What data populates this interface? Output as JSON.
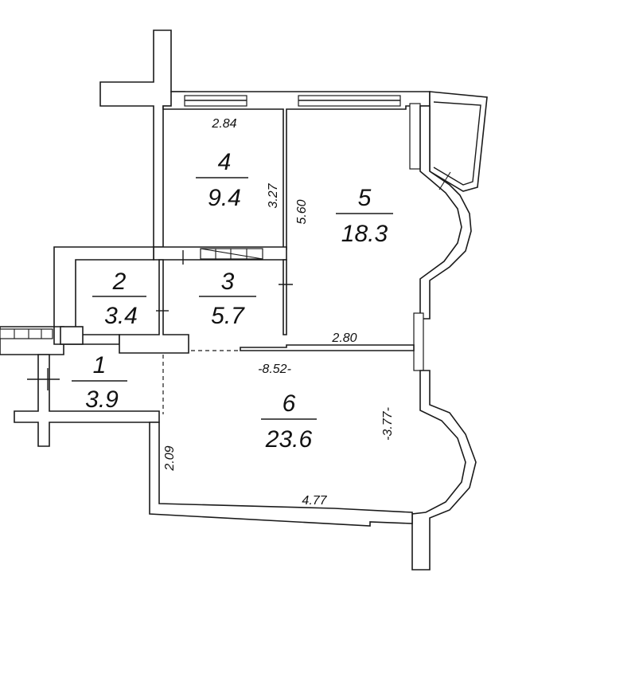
{
  "rooms": [
    {
      "id": "1",
      "number": "1",
      "area": "3.9"
    },
    {
      "id": "2",
      "number": "2",
      "area": "3.4"
    },
    {
      "id": "3",
      "number": "3",
      "area": "5.7"
    },
    {
      "id": "4",
      "number": "4",
      "area": "9.4"
    },
    {
      "id": "5",
      "number": "5",
      "area": "18.3"
    },
    {
      "id": "6",
      "number": "6",
      "area": "23.6"
    }
  ],
  "dimensions": {
    "room4_width": "2.84",
    "room4_height": "3.27",
    "room5_height": "5.60",
    "room5_width": "2.80",
    "room6_width": "-8.52-",
    "room6_height": "-3.77-",
    "room6_left": "2.09",
    "room6_bottom": "4.77"
  },
  "colors": {
    "ink": "#1a1a1a",
    "paper": "#ffffff"
  }
}
